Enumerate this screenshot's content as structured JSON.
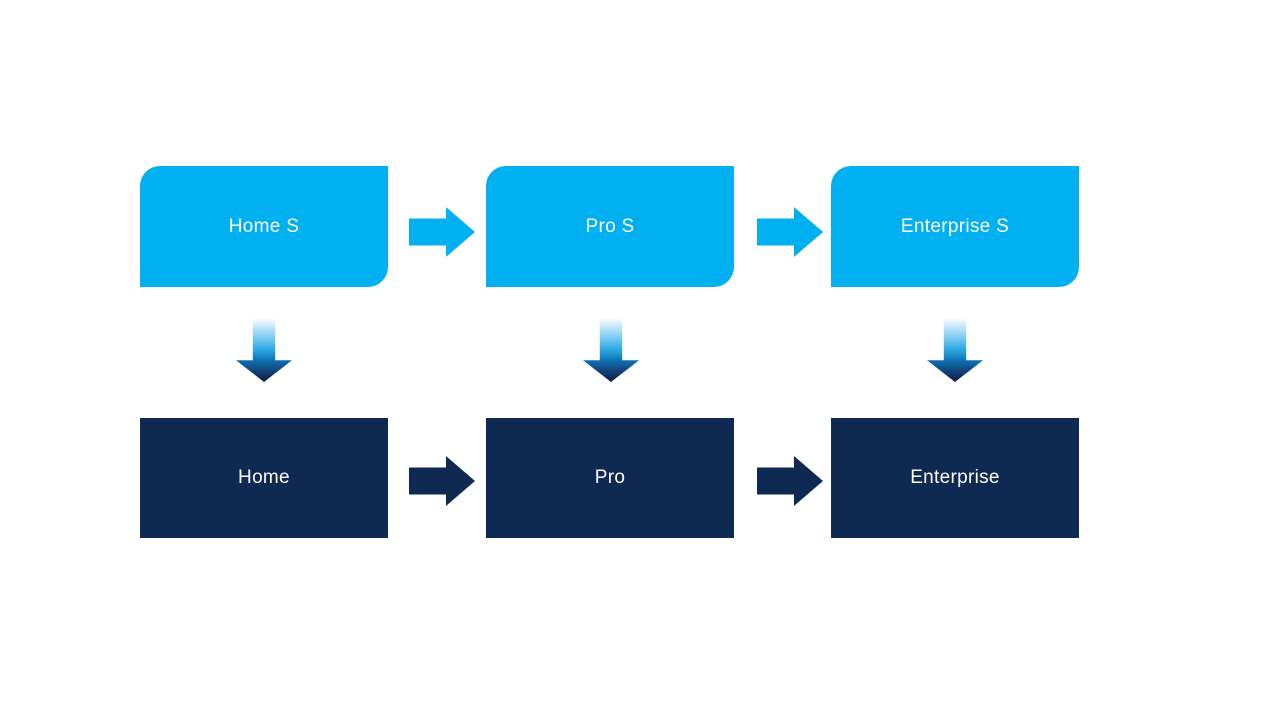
{
  "colors": {
    "cyan": "#00b0f0",
    "navy": "#0e2a52",
    "label": "#ffffff",
    "canvas": "#ffffff"
  },
  "diagram": {
    "top_row": [
      {
        "label": "Home S"
      },
      {
        "label": "Pro S"
      },
      {
        "label": "Enterprise S"
      }
    ],
    "bottom_row": [
      {
        "label": "Home"
      },
      {
        "label": "Pro"
      },
      {
        "label": "Enterprise"
      }
    ],
    "connectors": {
      "horizontal_top_icon": "right-arrow",
      "horizontal_bottom_icon": "right-arrow",
      "vertical_icon": "down-arrow"
    }
  }
}
